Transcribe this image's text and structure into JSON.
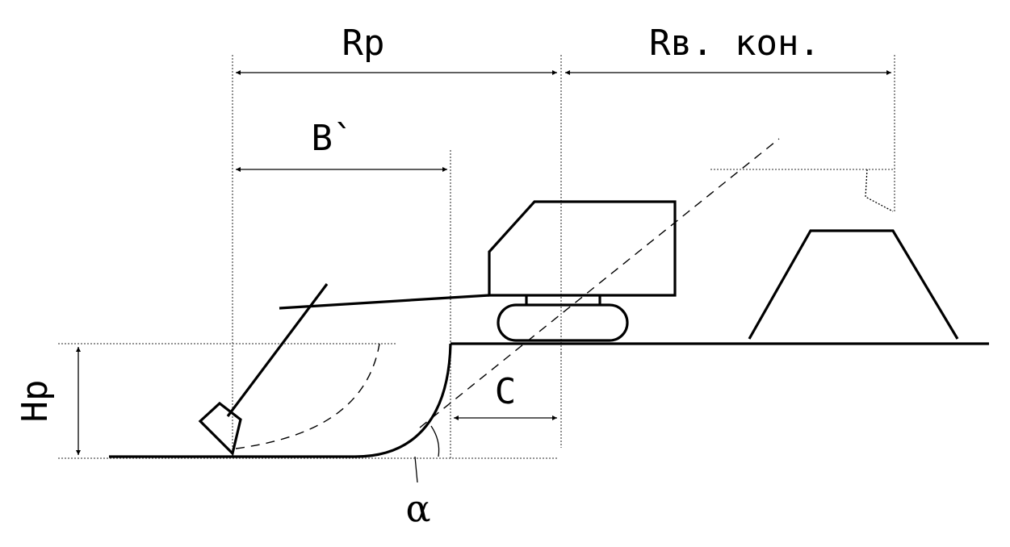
{
  "labels": {
    "rp": "Rp",
    "rv_kon": "Rв. кон.",
    "b_prime": "B`",
    "c": "C",
    "hp": "Hp",
    "alpha": "α"
  },
  "colors": {
    "line": "#000000",
    "dim_line": "#555555",
    "background": "#ffffff"
  }
}
